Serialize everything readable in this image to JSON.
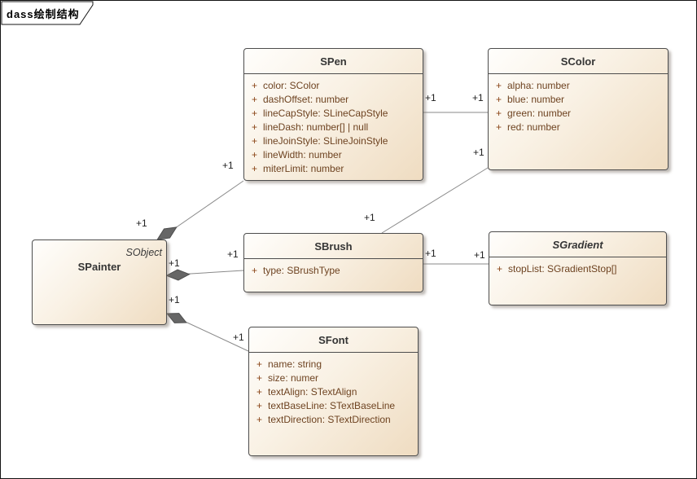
{
  "frame": {
    "title": "dass绘制结构"
  },
  "palette": {
    "box_fill_top": "#fffefc",
    "box_fill_bottom": "#efdcc1",
    "box_border": "#4d4d4d",
    "connector_line": "#8a8a8a",
    "diamond_fill": "#666666",
    "attribute_text": "#6e4321",
    "visibility_symbol": "#8a4517",
    "title_text": "#353535"
  },
  "classes": {
    "spen": {
      "name": "SPen",
      "attributes": [
        {
          "vis": "+",
          "text": "color: SColor"
        },
        {
          "vis": "+",
          "text": "dashOffset: number"
        },
        {
          "vis": "+",
          "text": "lineCapStyle: SLineCapStyle"
        },
        {
          "vis": "+",
          "text": "lineDash: number[] | null"
        },
        {
          "vis": "+",
          "text": "lineJoinStyle: SLineJoinStyle"
        },
        {
          "vis": "+",
          "text": "lineWidth: number"
        },
        {
          "vis": "+",
          "text": "miterLimit: number"
        }
      ]
    },
    "scolor": {
      "name": "SColor",
      "attributes": [
        {
          "vis": "+",
          "text": "alpha: number"
        },
        {
          "vis": "+",
          "text": "blue: number"
        },
        {
          "vis": "+",
          "text": "green: number"
        },
        {
          "vis": "+",
          "text": "red: number"
        }
      ]
    },
    "spainter": {
      "name": "SPainter",
      "annotation": "SObject"
    },
    "sbrush": {
      "name": "SBrush",
      "attributes": [
        {
          "vis": "+",
          "text": "type: SBrushType"
        }
      ]
    },
    "sgradient": {
      "name": "SGradient",
      "abstract": true,
      "attributes": [
        {
          "vis": "+",
          "text": "stopList: SGradientStop[]"
        }
      ]
    },
    "sfont": {
      "name": "SFont",
      "attributes": [
        {
          "vis": "+",
          "text": "name: string"
        },
        {
          "vis": "+",
          "text": "size: numer"
        },
        {
          "vis": "+",
          "text": "textAlign: STextAlign"
        },
        {
          "vis": "+",
          "text": "textBaseLine: STextBaseLine"
        },
        {
          "vis": "+",
          "text": "textDirection: STextDirection"
        }
      ]
    }
  },
  "relations": [
    {
      "from": "SPainter",
      "to": "SPen",
      "type": "composition",
      "from_label": "+1",
      "to_label": "+1"
    },
    {
      "from": "SPainter",
      "to": "SBrush",
      "type": "composition",
      "from_label": "+1",
      "to_label": "+1"
    },
    {
      "from": "SPainter",
      "to": "SFont",
      "type": "composition",
      "from_label": "+1",
      "to_label": "+1"
    },
    {
      "from": "SPen",
      "to": "SColor",
      "type": "association",
      "from_label": "+1",
      "to_label": "+1"
    },
    {
      "from": "SBrush",
      "to": "SColor",
      "type": "association",
      "from_label": "+1",
      "to_label": "+1"
    },
    {
      "from": "SBrush",
      "to": "SGradient",
      "type": "association",
      "from_label": "+1",
      "to_label": "+1"
    }
  ]
}
